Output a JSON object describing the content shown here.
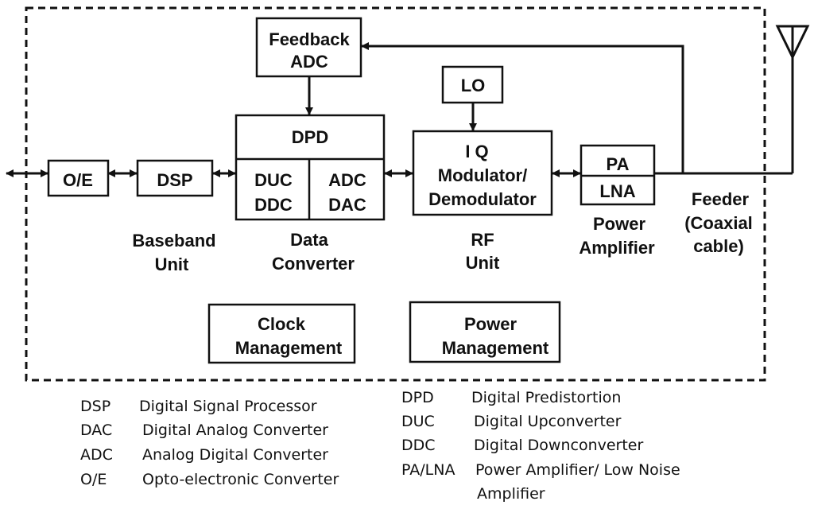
{
  "blocks": {
    "feedback_adc": [
      "Feedback",
      "ADC"
    ],
    "lo": "LO",
    "oe": "O/E",
    "dsp": "DSP",
    "dpd": "DPD",
    "duc_ddc": [
      "DUC",
      "DDC"
    ],
    "adc_dac": [
      "ADC",
      "DAC"
    ],
    "iq_modulator": [
      "I Q",
      "Modulator/",
      "Demodulator"
    ],
    "pa": "PA",
    "lna": "LNA",
    "clock_management": [
      "Clock",
      "Management"
    ],
    "power_management": [
      "Power",
      "Management"
    ]
  },
  "captions": {
    "baseband_unit": [
      "Baseband",
      "Unit"
    ],
    "data_converter": [
      "Data",
      "Converter"
    ],
    "rf_unit": [
      "RF",
      "Unit"
    ],
    "power_amplifier": [
      "Power",
      "Amplifier"
    ],
    "feeder": [
      "Feeder",
      "(Coaxial",
      "cable)"
    ]
  },
  "legend_left": [
    {
      "abbr": "DSP",
      "desc": "Digital Signal Processor"
    },
    {
      "abbr": "DAC",
      "desc": "Digital Analog Converter"
    },
    {
      "abbr": "ADC",
      "desc": "Analog Digital Converter"
    },
    {
      "abbr": "O/E",
      "desc": "Opto-electronic Converter"
    }
  ],
  "legend_right": [
    {
      "abbr": "DPD",
      "desc": "Digital Predistortion"
    },
    {
      "abbr": "DUC",
      "desc": "Digital Upconverter"
    },
    {
      "abbr": "DDC",
      "desc": "Digital Downconverter"
    },
    {
      "abbr": "PA/LNA",
      "desc": "Power Amplifier/ Low Noise",
      "desc2": "Amplifier"
    }
  ],
  "colors": {
    "stroke": "#111111",
    "background": "#ffffff"
  }
}
